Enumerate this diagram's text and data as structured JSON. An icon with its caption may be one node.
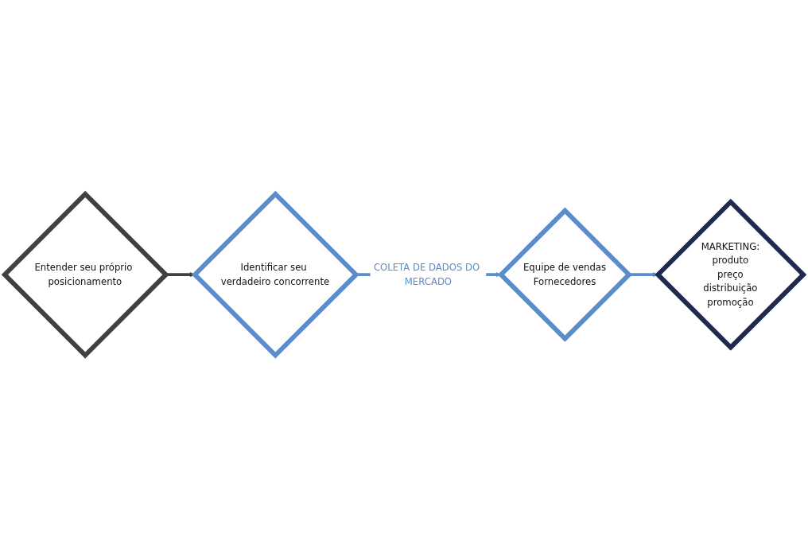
{
  "diagram": {
    "nodes": [
      {
        "text": [
          "Entender seu próprio posicionamento"
        ]
      },
      {
        "text": [
          "Identificar seu verdadeiro concorrente"
        ]
      },
      {
        "text": [
          "Equipe de vendas",
          "Fornecedores"
        ]
      },
      {
        "text": [
          "MARKETING:",
          "produto",
          "preço",
          "distribuição",
          "promoção"
        ]
      }
    ],
    "edges": [
      {
        "from": 0,
        "to": 1,
        "arrow": "to",
        "color": "#3f4040"
      },
      {
        "from": 1,
        "to": 2,
        "arrow": "to",
        "label": "COLETA DE DADOS DO MERCADO"
      },
      {
        "from": 2,
        "to": 3,
        "arrow": "to"
      }
    ]
  }
}
